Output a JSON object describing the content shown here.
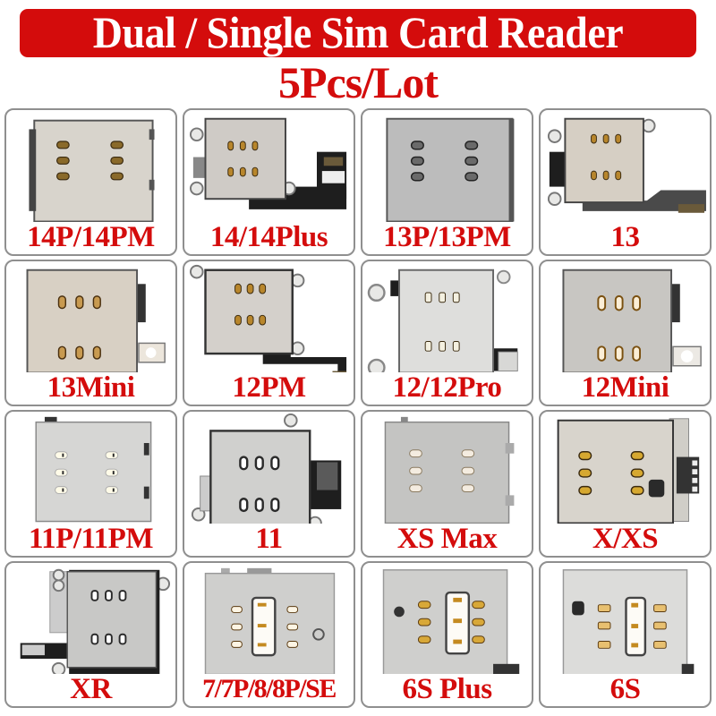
{
  "header": {
    "title": "Dual / Single Sim Card Reader",
    "subtitle": "5Pcs/Lot"
  },
  "colors": {
    "accent_red": "#d40c0c",
    "card_border": "#8f8f8f",
    "metal": "#c9c9c7",
    "contact_gold": "#b8862c",
    "flex_black": "#222222"
  },
  "products": [
    {
      "label": "14P/14PM",
      "icon": "sim-reader-dual-6pin-icon"
    },
    {
      "label": "14/14Plus",
      "icon": "sim-reader-flex-icon"
    },
    {
      "label": "13P/13PM",
      "icon": "sim-reader-dual-6pin-icon"
    },
    {
      "label": "13",
      "icon": "sim-reader-flex-icon"
    },
    {
      "label": "13Mini",
      "icon": "sim-reader-single-icon"
    },
    {
      "label": "12PM",
      "icon": "sim-reader-flex-icon"
    },
    {
      "label": "12/12Pro",
      "icon": "sim-reader-bracket-icon"
    },
    {
      "label": "12Mini",
      "icon": "sim-reader-single-icon"
    },
    {
      "label": "11P/11PM",
      "icon": "sim-reader-dual-6pin-icon"
    },
    {
      "label": "11",
      "icon": "sim-reader-bracket-icon"
    },
    {
      "label": "XS Max",
      "icon": "sim-reader-dual-6pin-icon"
    },
    {
      "label": "X/XS",
      "icon": "sim-reader-dual-6pin-icon"
    },
    {
      "label": "XR",
      "icon": "sim-reader-bracket-icon"
    },
    {
      "label": "7/7P/8/8P/SE",
      "icon": "sim-reader-window-icon"
    },
    {
      "label": "6S Plus",
      "icon": "sim-reader-window-icon"
    },
    {
      "label": "6S",
      "icon": "sim-reader-window-icon"
    }
  ]
}
